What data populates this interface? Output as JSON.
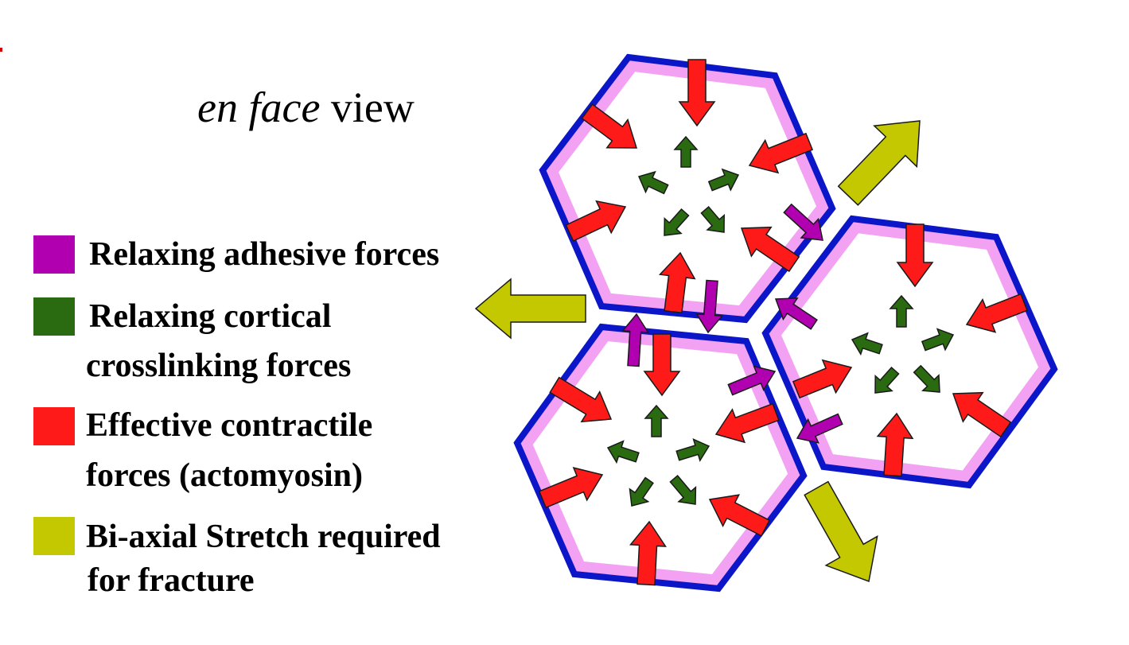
{
  "title": {
    "italic": "en face",
    "rest": " view"
  },
  "legend": [
    {
      "lines": [
        "Relaxing adhesive forces"
      ],
      "color": "#b000b0"
    },
    {
      "lines": [
        "Relaxing cortical",
        "crosslinking forces"
      ],
      "color": "#2a6a10"
    },
    {
      "lines": [
        "Effective contractile",
        "forces (actomyosin)"
      ],
      "color": "#ff1a1a"
    },
    {
      "lines": [
        "Bi-axial Stretch required",
        "for fracture"
      ],
      "color": "#c4c800"
    }
  ],
  "colors": {
    "cell_border": "#0b16c8",
    "cell_fill": "#f3a2f3",
    "contractile": "#ff1a1a",
    "adhesive": "#b000b0",
    "cortical": "#2a6a10",
    "stretch": "#c4c800"
  }
}
